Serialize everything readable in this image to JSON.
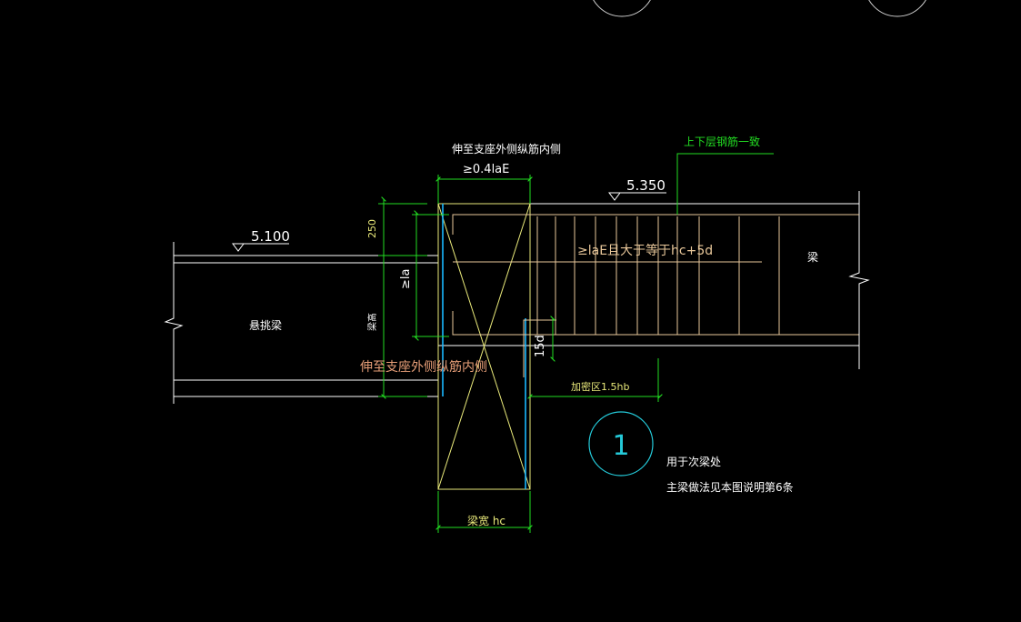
{
  "colors": {
    "background": "#000000",
    "white": "#ffffff",
    "yellow": "#e9e97a",
    "green": "#22dd22",
    "cyan": "#1ab8ff",
    "rebar": "#e8c79a",
    "orange": "#e89f78",
    "node_cyan": "#24c9d8"
  },
  "texts": {
    "top_label": "伸至支座外侧纵筋内侧",
    "la04": "≥0.4laE",
    "elev_right": "5.350",
    "elev_left": "5.100",
    "top_right_note": "上下层钢筋一致",
    "dim_250": "250",
    "dim_la": "≥la",
    "beam_depth": "梁高",
    "anchor_note": "≥laE且大于等于hc+5d",
    "left_beam": "悬挑梁",
    "right_beam": "梁",
    "dim_15d": "15d",
    "bottom_anchor": "伸至支座外侧纵筋内侧",
    "hb_note": "加密区1.5hb",
    "node_number": "1",
    "note_line1": "用于次梁处",
    "note_line2": "主梁做法见本图说明第6条",
    "support_width": "梁宽 hc"
  }
}
